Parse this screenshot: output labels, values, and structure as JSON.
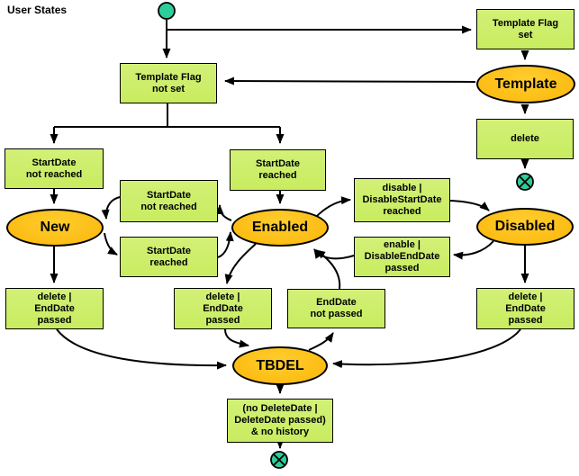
{
  "title": "User States",
  "colors": {
    "box_fill": "#cdee6b",
    "state_fill": "#ffc20e",
    "terminal_fill": "#2ecc9a",
    "border": "#000000",
    "arrow": "#000000"
  },
  "states": {
    "new": "New",
    "enabled": "Enabled",
    "disabled": "Disabled",
    "template": "Template",
    "tbdel": "TBDEL"
  },
  "transitions": {
    "template_flag_set": "Template Flag\nset",
    "template_flag_not_set": "Template Flag\nnot set",
    "delete_template": "delete",
    "startdate_not_reached_left": "StartDate\nnot reached",
    "startdate_reached_center": "StartDate\nreached",
    "startdate_not_reached_mid": "StartDate\nnot reached",
    "startdate_reached_mid": "StartDate\nreached",
    "disable_disablestartdate_reached": "disable |\nDisableStartDate\nreached",
    "enable_disableenddate_passed": "enable |\nDisableEndDate\npassed",
    "delete_enddate_passed_left": "delete |\nEndDate\npassed",
    "delete_enddate_passed_center": "delete |\nEndDate\npassed",
    "enddate_not_passed": "EndDate\nnot passed",
    "delete_enddate_passed_right": "delete |\nEndDate\npassed",
    "no_deletedate_no_history": "(no DeleteDate |\nDeleteDate passed)\n& no history"
  }
}
